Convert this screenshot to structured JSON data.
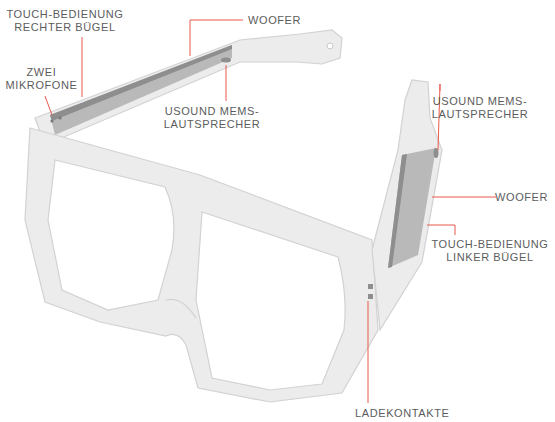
{
  "diagram": {
    "labels": [
      "TOUCH-BEDIENUNG RECHTER BÜGEL",
      "WOOFER",
      "ZWEI MIKROFONE",
      "USOUND MEMS- LAUTSPRECHER",
      "USOUND MEMS- LAUTSPRECHER",
      "WOOFER",
      "TOUCH-BEDIENUNG LINKER BÜGEL",
      "LADEKONTAKTE"
    ]
  }
}
